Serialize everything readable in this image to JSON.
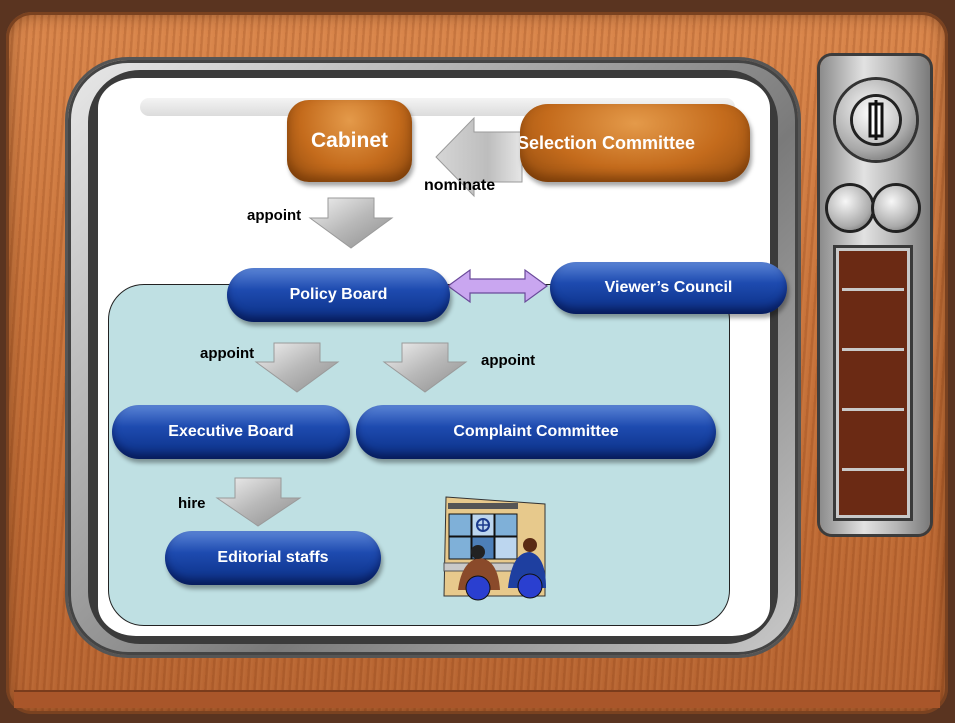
{
  "diagram": {
    "nodes": {
      "cabinet": "Cabinet",
      "selection_committee": "Selection Committee",
      "policy_board": "Policy Board",
      "viewers_council": "Viewer’s Council",
      "executive_board": "Executive Board",
      "complaint_committee": "Complaint Committee",
      "editorial_staffs": "Editorial staffs"
    },
    "edge_labels": {
      "nominate": "nominate",
      "appoint_policy": "appoint",
      "appoint_executive": "appoint",
      "appoint_complaint": "appoint",
      "hire": "hire"
    },
    "edges": [
      {
        "from": "selection_committee",
        "to": "cabinet",
        "label": "nominate"
      },
      {
        "from": "cabinet",
        "to": "policy_board",
        "label": "appoint"
      },
      {
        "from": "policy_board",
        "to": "viewers_council",
        "label": ""
      },
      {
        "from": "policy_board",
        "to": "executive_board",
        "label": "appoint"
      },
      {
        "from": "policy_board",
        "to": "complaint_committee",
        "label": "appoint"
      },
      {
        "from": "executive_board",
        "to": "editorial_staffs",
        "label": "hire"
      }
    ]
  },
  "colors": {
    "node_orange": "#c46b1c",
    "node_blue": "#123a96",
    "panel_teal": "#bfe0e3",
    "arrow_gray": "#b8b8b8",
    "bidirectional_arrow": "#c9a6f0",
    "tv_wood": "#c8733a"
  },
  "icons": {
    "clipart": "tv-studio-control-room-icon",
    "power_knob": "power-knob-icon"
  }
}
